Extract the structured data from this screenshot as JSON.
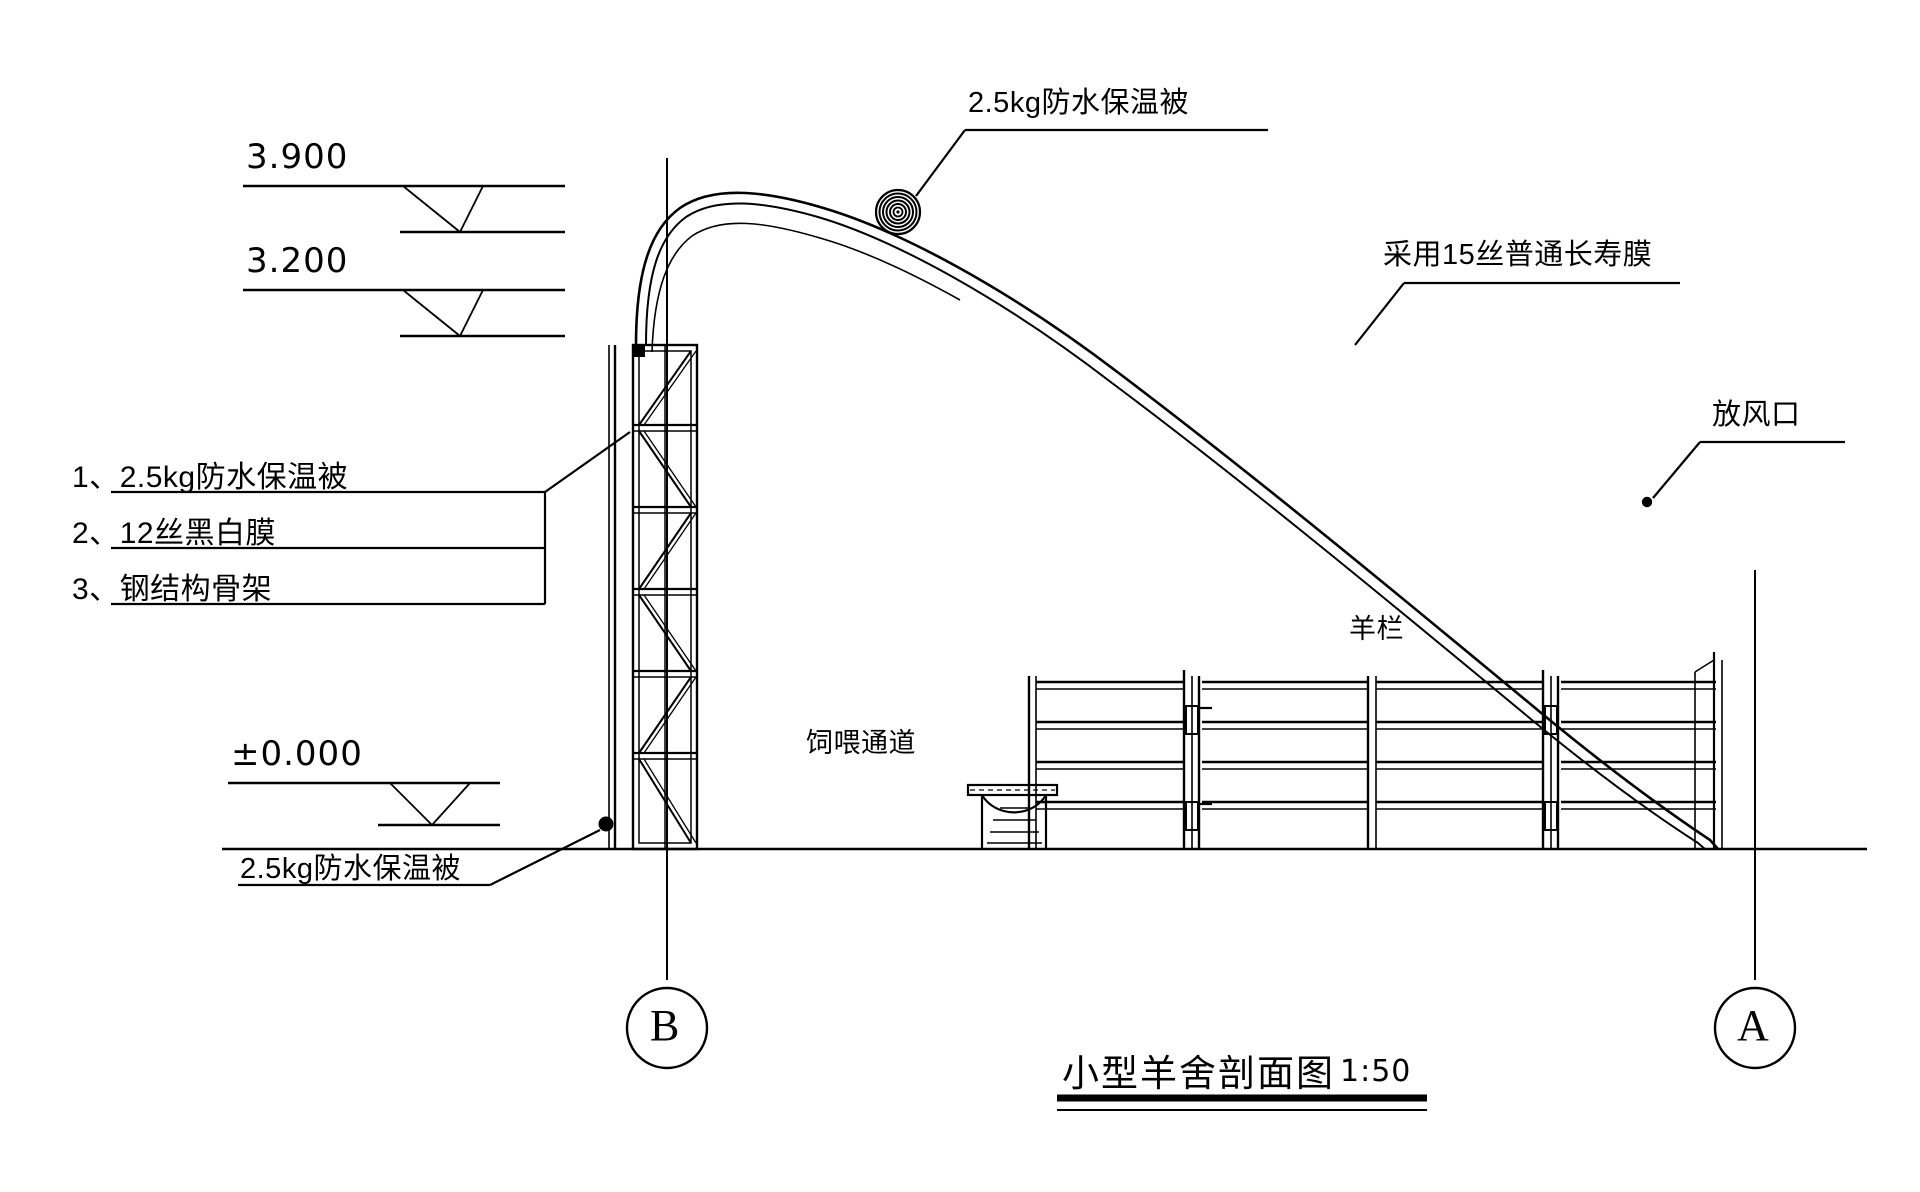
{
  "drawing": {
    "title": "小型羊舍剖面图",
    "scale": "1:50",
    "background_color": "#ffffff",
    "line_color": "#000000"
  },
  "levels": [
    {
      "name": "level-3900",
      "value": "3.900"
    },
    {
      "name": "level-3200",
      "value": "3.200"
    },
    {
      "name": "level-0000",
      "value": "±0.000"
    }
  ],
  "legend": {
    "items": [
      {
        "index": "1、",
        "text": "2.5kg防水保温被"
      },
      {
        "index": "2、",
        "text": "12丝黑白膜"
      },
      {
        "index": "3、",
        "text": "钢结构骨架"
      }
    ]
  },
  "annotations": {
    "top_roll": "2.5kg防水保温被",
    "film": "采用15丝普通长寿膜",
    "vent": "放风口",
    "bottom_roll": "2.5kg防水保温被"
  },
  "rooms": {
    "corridor": "饲喂通道",
    "pen": "羊栏"
  },
  "grid_bubbles": [
    {
      "name": "grid-bubble-b",
      "label": "B"
    },
    {
      "name": "grid-bubble-a",
      "label": "A"
    }
  ]
}
